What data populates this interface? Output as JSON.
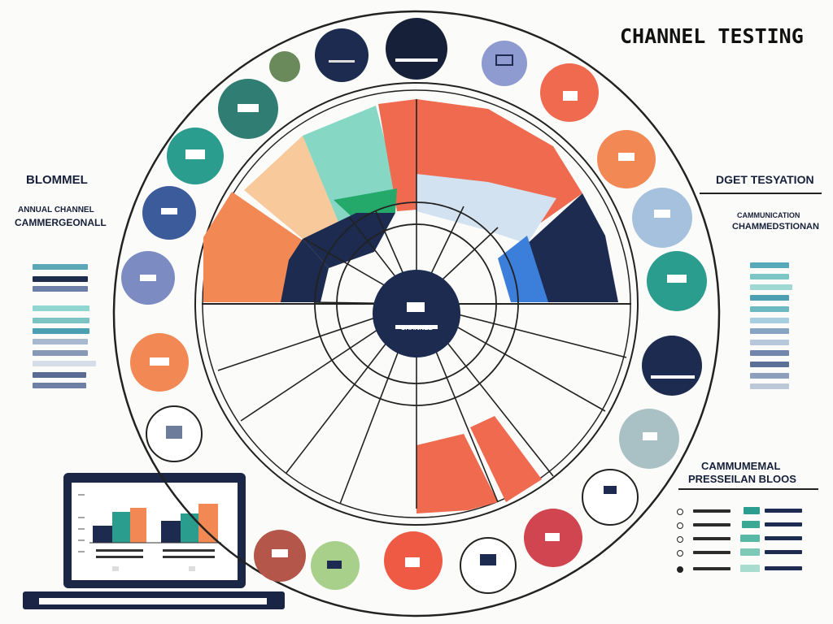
{
  "title": "CHANNEL TESTING",
  "left_panel": {
    "heading": "BLOMMEL",
    "subheading_1": "ANNUAL CHANNEL",
    "subheading_2": "CAMMERGEONALL"
  },
  "right_panel": {
    "heading": "DGET TESYATION",
    "subheading_1": "CAMMUNICATION",
    "subheading_2": "CHAMMEDSTIONAN"
  },
  "right_bottom_panel": {
    "heading_1": "CAMMUMEMAL",
    "heading_2": "PRESSEILAN BLOOS"
  },
  "center_hub_label": "CHANNEL",
  "colors": {
    "navy": "#1c2b4f",
    "coral": "#ef6a4f",
    "orange": "#f28955",
    "mint": "#86d8c4",
    "peach": "#f8c99a",
    "green": "#24a96b",
    "light_blue": "#d3e2f0",
    "blue": "#3c7fdb",
    "teal": "#2a9d8f"
  },
  "icons": [
    "channel-icon",
    "tv-icon",
    "document-icon",
    "presentation-icon",
    "chart-icon",
    "building-icon",
    "monitor-icon",
    "server-icon",
    "report-icon"
  ]
}
